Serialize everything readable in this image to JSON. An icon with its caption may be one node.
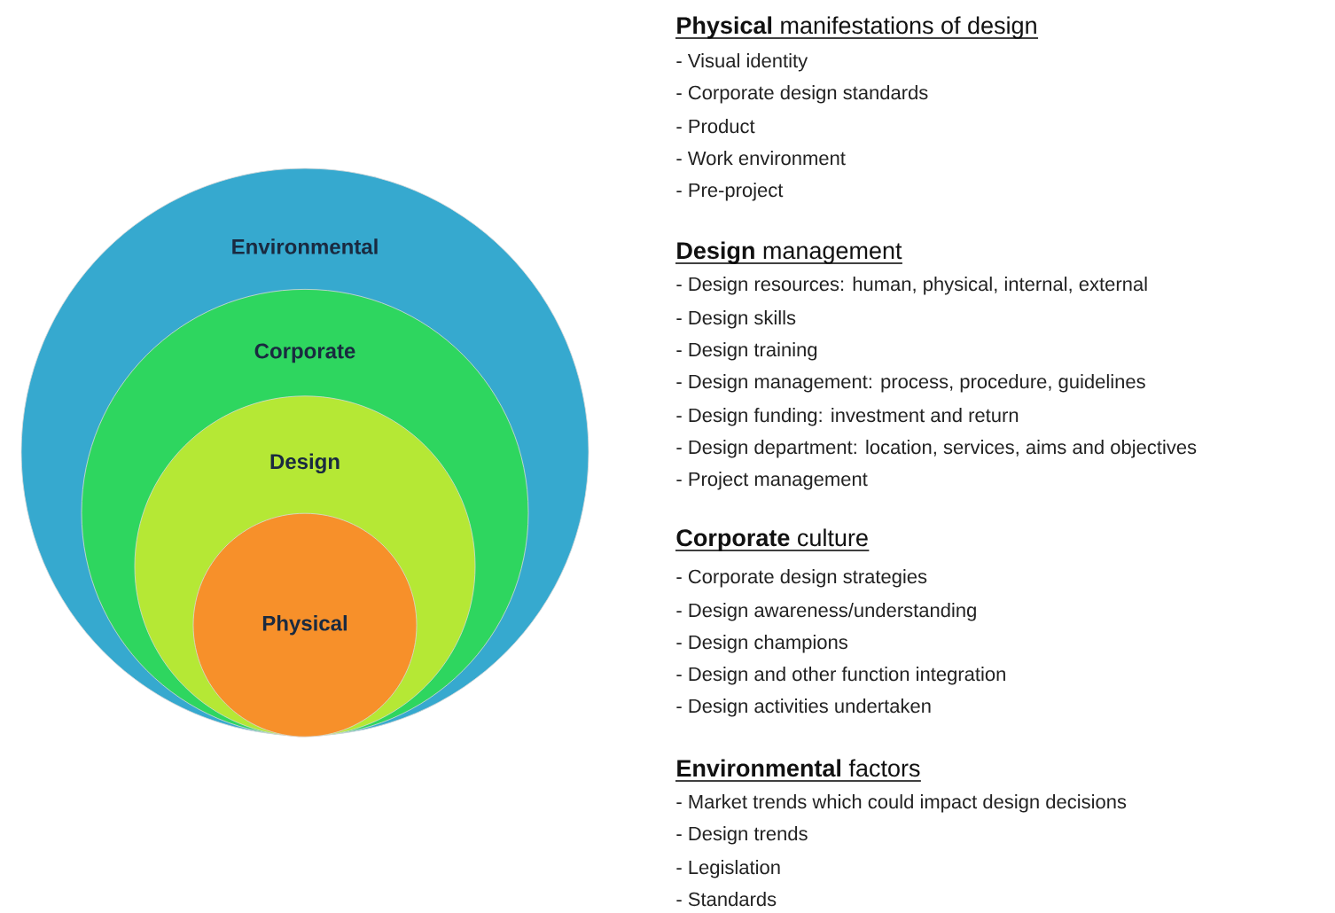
{
  "diagram": {
    "nodes": [
      {
        "text": [
          "Environmental"
        ]
      },
      {
        "text": [
          "Corporate"
        ],
        "in": 0
      },
      {
        "text": [
          "Design"
        ],
        "in": 1
      },
      {
        "text": [
          "Physical"
        ],
        "in": 2
      }
    ],
    "labels": [
      "**Physical** manifestations of design",
      "- Visual identity",
      "- Corporate design standards",
      "- Product",
      "- Work environment",
      "- Pre-project",
      "**Design** management",
      "- Design resources:  human, physical, internal, external",
      "- Design skills",
      "- Design training",
      "- Design management: process, procedure, guidelines",
      "- Design funding: investment and return",
      "- Design department: location, services, aims and objectives",
      "- Project management",
      "**Corporate** culture",
      "- Corporate design strategies",
      "- Design awareness/understanding",
      "- Design champions",
      "- Design and other function integration",
      "- Design activities undertaken",
      "**Environmental** factors",
      "- Market trends which could impact design decisions",
      "- Design trends",
      "- Legislation",
      "- Standards"
    ]
  }
}
